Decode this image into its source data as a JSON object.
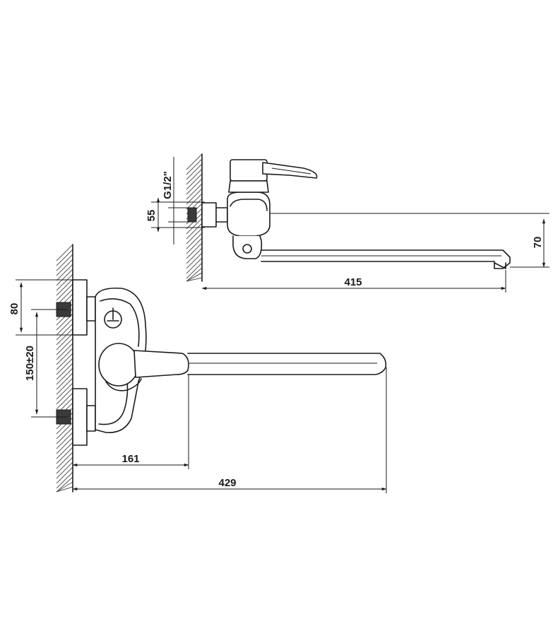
{
  "top_view": {
    "thread_label": "G1/2\"",
    "connection_height": "55",
    "spout_drop": "70",
    "spout_reach": "415"
  },
  "front_view": {
    "body_height": "80",
    "inlet_spacing": "150±20",
    "handle_reach": "161",
    "spout_reach": "429"
  }
}
